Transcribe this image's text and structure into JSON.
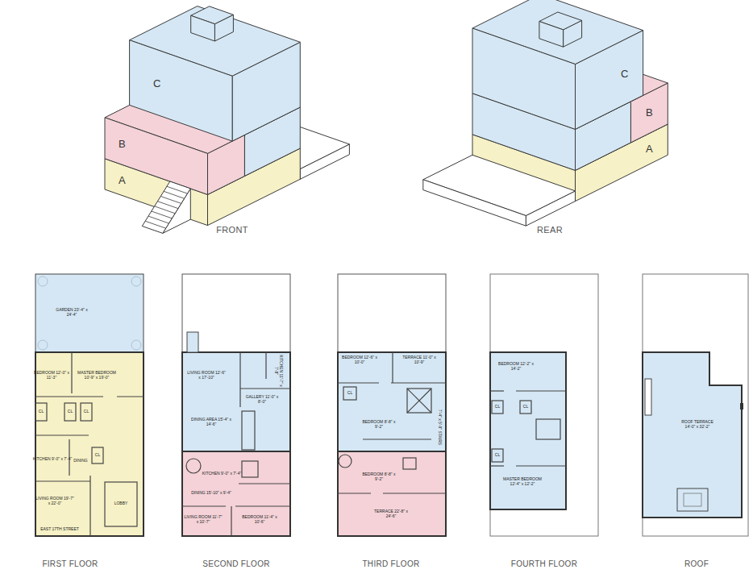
{
  "diagram": {
    "labels": [
      "C",
      "B",
      "A",
      "FRONT",
      "C",
      "B",
      "A",
      "REAR",
      "GARDEN 23'-4\" x 24'-4\"",
      "BEDROOM 12'-0\" x 11'-3\"",
      "MASTER BEDROOM 10'-9\" x 19'-0\"",
      "CL",
      "CL",
      "CL",
      "KITCHEN 9'-0\" x 7'-4\"",
      "DINING",
      "CL",
      "LIVING ROOM 19'-7\" x 22'-0\"",
      "LOBBY",
      "EAST 17TH STREET",
      "FIRST FLOOR",
      "LIVING ROOM 12'-6\" x 17'-10\"",
      "KITCHEN 11'-7\" x 7'-8\"",
      "GALLERY 11'-0\" x 8'-0\"",
      "DINING AREA 15'-4\" x 14'-6\"",
      "KITCHEN 9'-0\" x 7'-4\"",
      "DINING 15'-10\" x 9'-4\"",
      "LIVING ROOM 11'-7\" x 10'-7\"",
      "BEDROOM 11'-4\" x 10'-6\"",
      "SECOND FLOOR",
      "BEDROOM 12'-6\" x 10'-0\"",
      "TERRACE 11'-0\" x 10'-9\"",
      "CL",
      "BEDROOM 8'-8\" x 9'-2\"",
      "7'-4\" x 5'-9\" STAIRS",
      "BEDROOM 8'-8\" x 9'-2\"",
      "TERRACE 22'-8\" x 24'-6\"",
      "THIRD FLOOR",
      "BEDROOM 12'-2\" x 14'-2\"",
      "CL",
      "CL",
      "CL",
      "MASTER BEDROOM 12'-4\" x 12'-2\"",
      "FOURTH FLOOR",
      "ROOF TERRACE 14'-0\" x 32'-2\"",
      "ROOF"
    ]
  }
}
